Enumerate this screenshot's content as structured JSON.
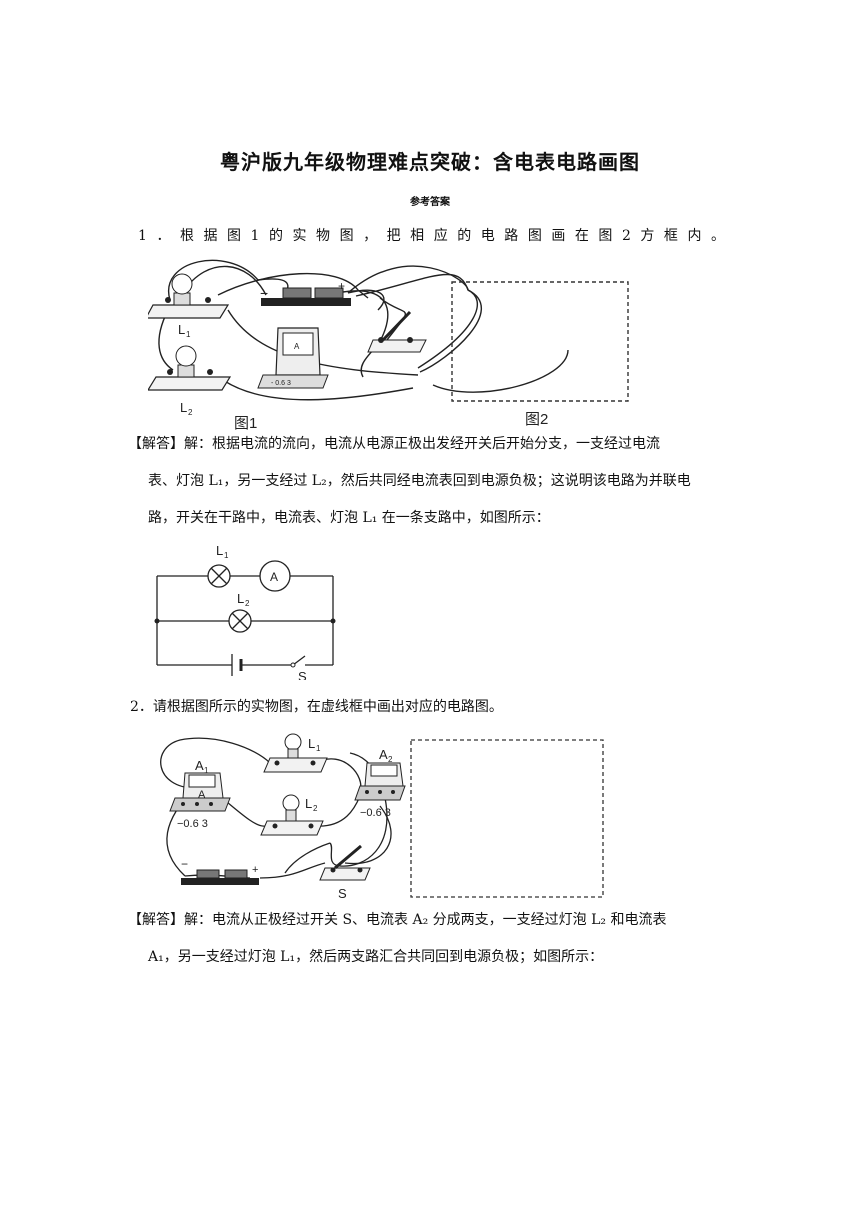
{
  "page": {
    "title": "粤沪版九年级物理难点突破：含电表电路画图",
    "subtitle": "参考答案"
  },
  "q1": {
    "text": "1．根据图1的实物图，把相应的电路图画在图2方框内。",
    "fig1_caption": "图1",
    "fig2_caption": "图2",
    "labels": {
      "L1": "L",
      "L1_sub": "1",
      "L2": "L",
      "L2_sub": "2",
      "ammeter": "A",
      "meter_scale": "- 0.6 3",
      "minus": "−",
      "plus": "+"
    },
    "answer_lines": [
      "【解答】解：根据电流的流向，电流从电源正极出发经开关后开始分支，一支经过电流",
      "表、灯泡 L₁，另一支经过 L₂，然后共同经电流表回到电源负极；这说明该电路为并联电",
      "路，开关在干路中，电流表、灯泡 L₁ 在一条支路中，如图所示："
    ],
    "schematic": {
      "L1": "L",
      "L1_sub": "1",
      "L2": "L",
      "L2_sub": "2",
      "A": "A",
      "S": "S"
    }
  },
  "q2": {
    "text": "2．请根据图所示的实物图，在虚线框中画出对应的电路图。",
    "labels": {
      "A1": "A",
      "A1_sub": "1",
      "A2": "A",
      "A2_sub": "2",
      "L1": "L",
      "L1_sub": "1",
      "L2": "L",
      "L2_sub": "2",
      "A": "A",
      "scale": "−0.6 3",
      "S": "S",
      "minus": "−",
      "plus": "+"
    },
    "answer_lines": [
      "【解答】解：电流从正极经过开关 S、电流表 A₂ 分成两支，一支经过灯泡 L₂ 和电流表",
      "A₁，另一支经过灯泡 L₁，然后两支路汇合共同回到电源负极；如图所示："
    ]
  }
}
